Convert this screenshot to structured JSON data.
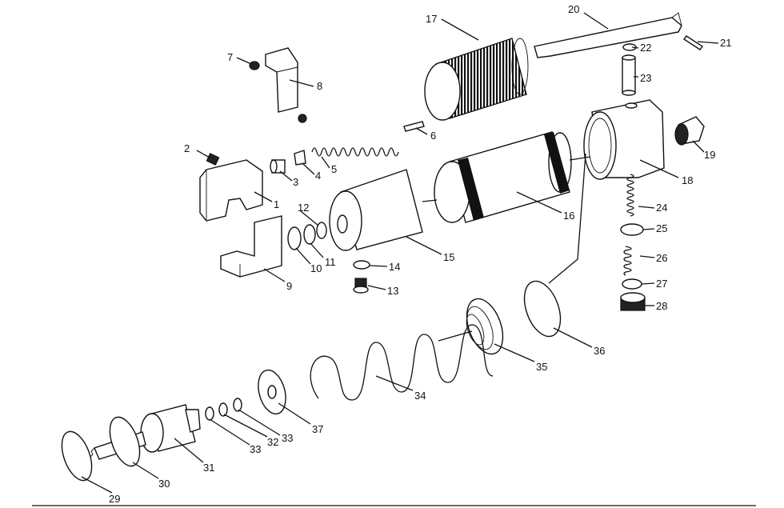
{
  "diagram": {
    "callouts": [
      {
        "label": "1"
      },
      {
        "label": "2"
      },
      {
        "label": "3"
      },
      {
        "label": "4"
      },
      {
        "label": "5"
      },
      {
        "label": "6"
      },
      {
        "label": "7"
      },
      {
        "label": "8"
      },
      {
        "label": "9"
      },
      {
        "label": "10"
      },
      {
        "label": "11"
      },
      {
        "label": "12"
      },
      {
        "label": "13"
      },
      {
        "label": "14"
      },
      {
        "label": "15"
      },
      {
        "label": "16"
      },
      {
        "label": "17"
      },
      {
        "label": "18"
      },
      {
        "label": "19"
      },
      {
        "label": "20"
      },
      {
        "label": "21"
      },
      {
        "label": "22"
      },
      {
        "label": "23"
      },
      {
        "label": "24"
      },
      {
        "label": "25"
      },
      {
        "label": "26"
      },
      {
        "label": "27"
      },
      {
        "label": "28"
      },
      {
        "label": "29"
      },
      {
        "label": "30"
      },
      {
        "label": "31"
      },
      {
        "label": "32"
      },
      {
        "label": "33"
      },
      {
        "label": "33"
      },
      {
        "label": "34"
      },
      {
        "label": "35"
      },
      {
        "label": "36"
      },
      {
        "label": "37"
      }
    ]
  }
}
